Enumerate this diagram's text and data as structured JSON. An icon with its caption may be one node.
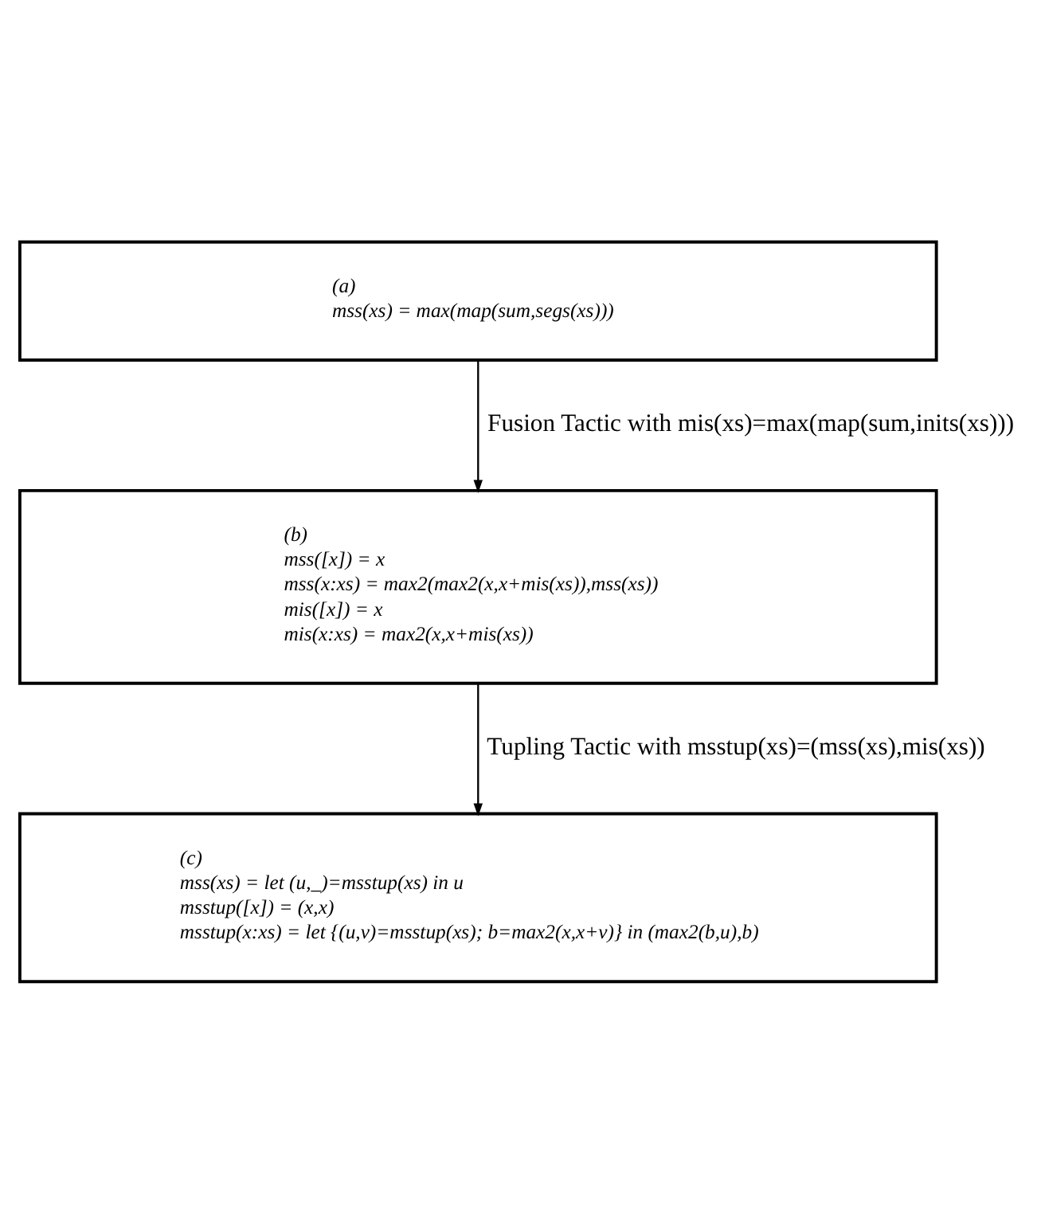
{
  "diagram": {
    "nodes": [
      {
        "text": [
          "(a)",
          "mss(xs) = max(map(sum,segs(xs)))"
        ]
      },
      {
        "text": [
          "(b)",
          "mss([x]) = x",
          "mss(x:xs) = max2(max2(x,x+mis(xs)),mss(xs))",
          "mis([x]) = x",
          "mis(x:xs) = max2(x,x+mis(xs))"
        ]
      },
      {
        "text": [
          "(c)",
          "mss(xs) = let (u,_)=msstup(xs) in u",
          "msstup([x]) = (x,x)",
          "msstup(x:xs) = let {(u,v)=msstup(xs); b=max2(x,x+v)} in (max2(b,u),b)"
        ]
      }
    ],
    "edges": [
      {
        "from": 0,
        "to": 1,
        "arrow": "to",
        "label": "Fusion Tactic with mis(xs)=max(map(sum,inits(xs)))"
      },
      {
        "from": 1,
        "to": 2,
        "arrow": "to",
        "label": "Tupling Tactic with msstup(xs)=(mss(xs),mis(xs))"
      }
    ]
  }
}
